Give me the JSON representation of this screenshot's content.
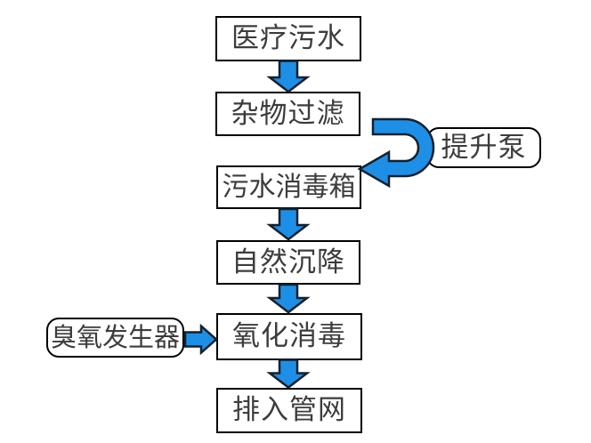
{
  "diagram": {
    "type": "flowchart",
    "background": "#ffffff",
    "colors": {
      "arrow_fill": "#1e8fe6",
      "arrow_outline": "#15202b",
      "box_border": "#000000",
      "box_fill": "#ffffff",
      "label_text": "#3c3c3c"
    },
    "nodes": [
      {
        "id": "medical-wastewater",
        "label": "医疗污水",
        "shape": "rect"
      },
      {
        "id": "debris-filtration",
        "label": "杂物过滤",
        "shape": "rect"
      },
      {
        "id": "lift-pump",
        "label": "提升泵",
        "shape": "rounded"
      },
      {
        "id": "sewage-disinfection-tank",
        "label": "污水消毒箱",
        "shape": "rect"
      },
      {
        "id": "natural-sedimentation",
        "label": "自然沉降",
        "shape": "rect"
      },
      {
        "id": "ozone-generator",
        "label": "臭氧发生器",
        "shape": "rounded"
      },
      {
        "id": "oxidation-disinfection",
        "label": "氧化消毒",
        "shape": "rect"
      },
      {
        "id": "discharge-to-pipe-network",
        "label": "排入管网",
        "shape": "rect"
      }
    ],
    "edges": [
      {
        "from": "medical-wastewater",
        "to": "debris-filtration",
        "style": "block-arrow-down"
      },
      {
        "from": "debris-filtration",
        "to": "sewage-disinfection-tank",
        "style": "u-turn-arrow-via-lift-pump"
      },
      {
        "from": "sewage-disinfection-tank",
        "to": "natural-sedimentation",
        "style": "block-arrow-down"
      },
      {
        "from": "natural-sedimentation",
        "to": "oxidation-disinfection",
        "style": "block-arrow-down"
      },
      {
        "from": "ozone-generator",
        "to": "oxidation-disinfection",
        "style": "block-arrow-right"
      },
      {
        "from": "oxidation-disinfection",
        "to": "discharge-to-pipe-network",
        "style": "block-arrow-down"
      }
    ]
  }
}
